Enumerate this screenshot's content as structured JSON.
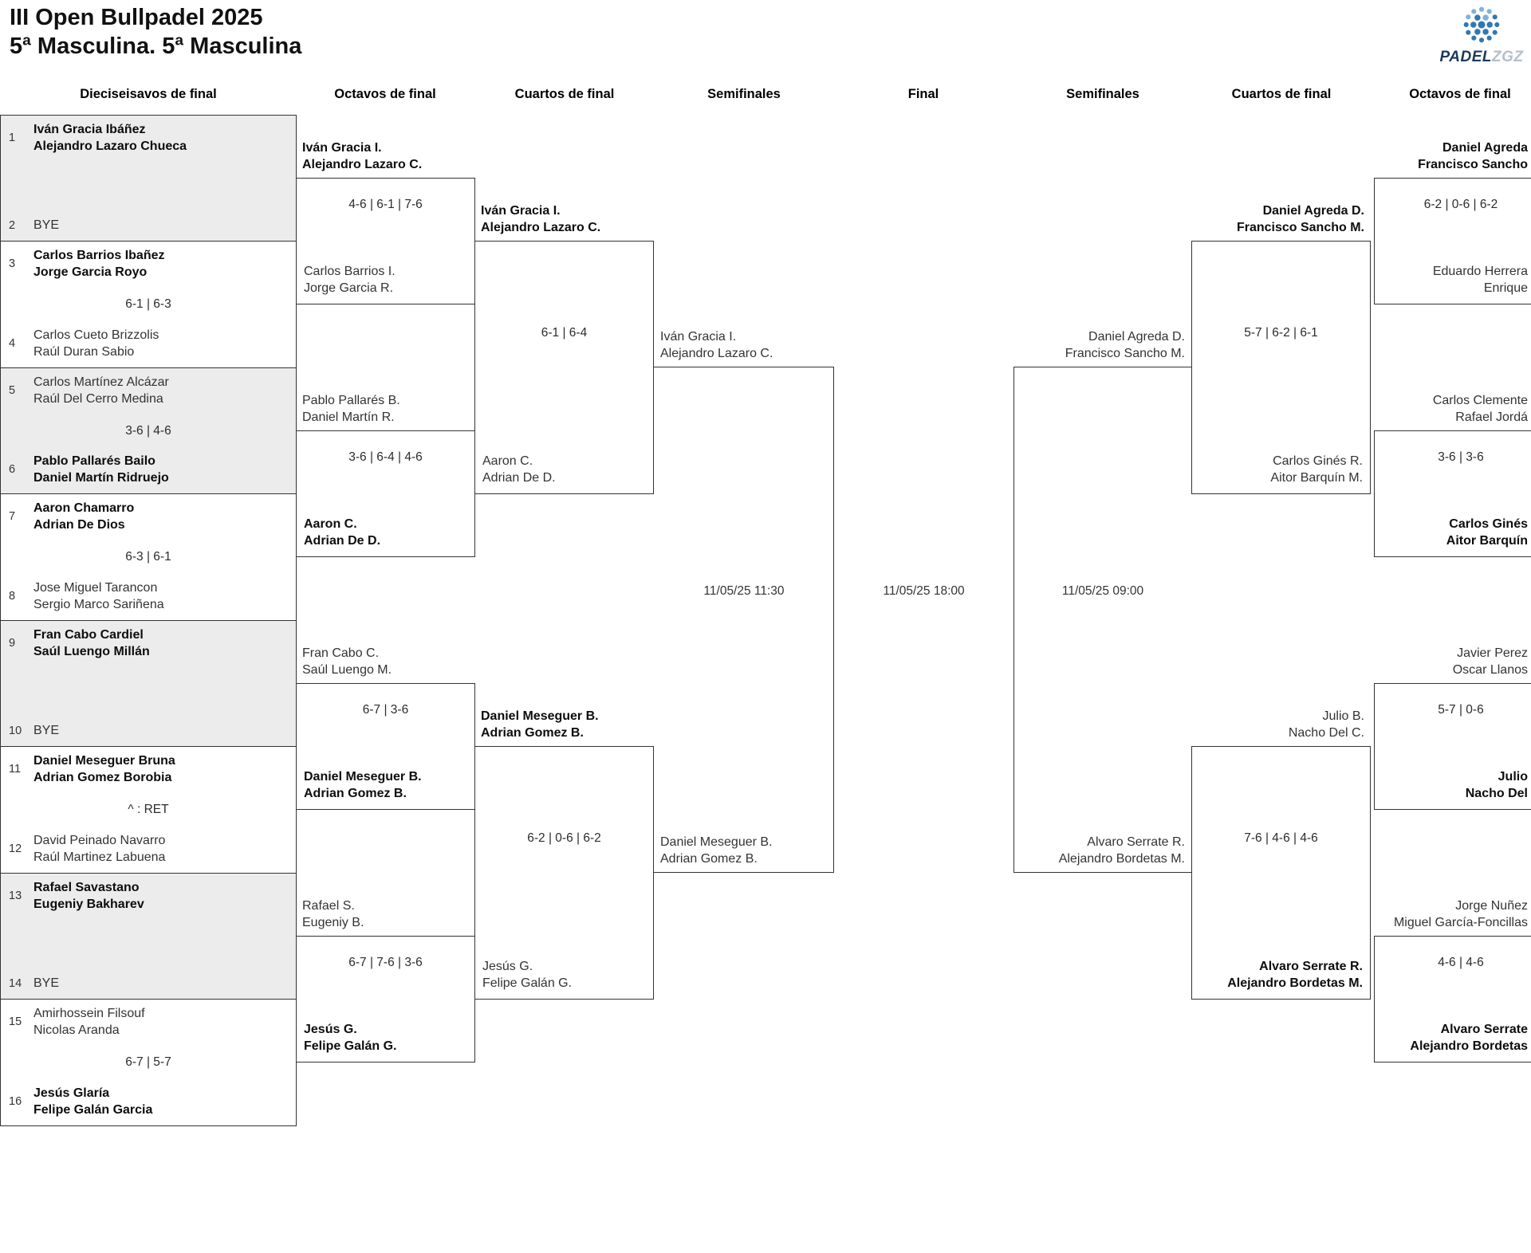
{
  "header": {
    "title_line1": "III Open Bullpadel 2025",
    "title_line2": "5ª Masculina. 5ª Masculina",
    "logo": {
      "brand_primary": "PADEL",
      "brand_secondary": "ZGZ"
    }
  },
  "rounds": [
    "Dieciseisavos de final",
    "Octavos de final",
    "Cuartos de final",
    "Semifinales",
    "Final",
    "Semifinales",
    "Cuartos de final",
    "Octavos de final"
  ],
  "r32": {
    "pairs": [
      {
        "a_seed": "1",
        "a1": "Iván Gracia Ibáñez",
        "a2": "Alejandro Lazaro Chueca",
        "b_seed": "2",
        "b1": "BYE",
        "score": ""
      },
      {
        "a_seed": "3",
        "a1": "Carlos Barrios Ibañez",
        "a2": "Jorge Garcia Royo",
        "b_seed": "4",
        "b1": "Carlos Cueto Brizzolis",
        "b2": "Raúl Duran Sabio",
        "score": "6-1 | 6-3"
      },
      {
        "a_seed": "5",
        "a1": "Carlos Martínez Alcázar",
        "a2": "Raúl Del Cerro Medina",
        "b_seed": "6",
        "b1": "Pablo Pallarés Bailo",
        "b2": "Daniel Martín Ridruejo",
        "score": "3-6 | 4-6"
      },
      {
        "a_seed": "7",
        "a1": "Aaron Chamarro",
        "a2": "Adrian De Dios",
        "b_seed": "8",
        "b1": "Jose Miguel Tarancon",
        "b2": "Sergio Marco Sariñena",
        "score": "6-3 | 6-1"
      },
      {
        "a_seed": "9",
        "a1": "Fran Cabo Cardiel",
        "a2": "Saúl Luengo Millán",
        "b_seed": "10",
        "b1": "BYE",
        "score": ""
      },
      {
        "a_seed": "11",
        "a1": "Daniel Meseguer Bruna",
        "a2": "Adrian Gomez Borobia",
        "b_seed": "12",
        "b1": "David Peinado Navarro",
        "b2": "Raúl Martinez Labuena",
        "score": "^ : RET"
      },
      {
        "a_seed": "13",
        "a1": "Rafael Savastano",
        "a2": "Eugeniy Bakharev",
        "b_seed": "14",
        "b1": "BYE",
        "score": ""
      },
      {
        "a_seed": "15",
        "a1": "Amirhossein Filsouf",
        "a2": "Nicolas Aranda",
        "b_seed": "16",
        "b1": "Jesús Glaría",
        "b2": "Felipe Galán Garcia",
        "score": "6-7 | 5-7"
      }
    ]
  },
  "r16_left": [
    {
      "top1": "Iván Gracia I.",
      "top2": "Alejandro Lazaro C.",
      "score": "4-6 | 6-1 | 7-6",
      "bot1": "Carlos Barrios I.",
      "bot2": "Jorge Garcia R."
    },
    {
      "top1": "Pablo Pallarés B.",
      "top2": "Daniel Martín R.",
      "score": "3-6 | 6-4 | 4-6",
      "bot1": "Aaron C.",
      "bot2": "Adrian De D."
    },
    {
      "top1": "Fran Cabo C.",
      "top2": "Saúl Luengo M.",
      "score": "6-7 | 3-6",
      "bot1": "Daniel Meseguer B.",
      "bot2": "Adrian Gomez B."
    },
    {
      "top1": "Rafael S.",
      "top2": "Eugeniy B.",
      "score": "6-7 | 7-6 | 3-6",
      "bot1": "Jesús G.",
      "bot2": "Felipe Galán G."
    }
  ],
  "qf_left": [
    {
      "top1": "Iván Gracia I.",
      "top2": "Alejandro Lazaro C.",
      "score": "6-1 | 6-4",
      "bot1": "Aaron C.",
      "bot2": "Adrian De D."
    },
    {
      "top1": "Daniel Meseguer B.",
      "top2": "Adrian Gomez B.",
      "score": "6-2 | 0-6 | 6-2",
      "bot1": "Jesús G.",
      "bot2": "Felipe Galán G."
    }
  ],
  "sf_left": {
    "top1": "Iván Gracia I.",
    "top2": "Alejandro Lazaro C.",
    "bot1": "Daniel Meseguer B.",
    "bot2": "Adrian Gomez B.",
    "date": "11/05/25 11:30"
  },
  "final": {
    "date": "11/05/25 18:00"
  },
  "sf_right": {
    "top1": "Daniel Agreda D.",
    "top2": "Francisco Sancho M.",
    "bot1": "Alvaro Serrate R.",
    "bot2": "Alejandro Bordetas M.",
    "date": "11/05/25 09:00"
  },
  "qf_right": [
    {
      "top1": "Daniel Agreda D.",
      "top2": "Francisco Sancho M.",
      "score": "5-7 | 6-2 | 6-1",
      "bot1": "Carlos Ginés R.",
      "bot2": "Aitor Barquín M."
    },
    {
      "top1": "Julio B.",
      "top2": "Nacho Del C.",
      "score": "7-6 | 4-6 | 4-6",
      "bot1": "Alvaro Serrate R.",
      "bot2": "Alejandro Bordetas M."
    }
  ],
  "r16_right": [
    {
      "top1": "Daniel Agreda",
      "top2": "Francisco Sancho",
      "score": "6-2 | 0-6 | 6-2",
      "bot1": "Eduardo Herrera",
      "bot2": "Enrique"
    },
    {
      "top1": "Carlos Clemente",
      "top2": "Rafael Jordá",
      "score": "3-6 | 3-6",
      "bot1": "Carlos Ginés",
      "bot2": "Aitor Barquín"
    },
    {
      "top1": "Javier Perez",
      "top2": "Oscar Llanos",
      "score": "5-7 | 0-6",
      "bot1": "Julio",
      "bot2": "Nacho Del"
    },
    {
      "top1": "Jorge Nuñez",
      "top2": "Miguel García-Foncillas",
      "score": "4-6 | 4-6",
      "bot1": "Alvaro Serrate",
      "bot2": "Alejandro Bordetas"
    }
  ]
}
